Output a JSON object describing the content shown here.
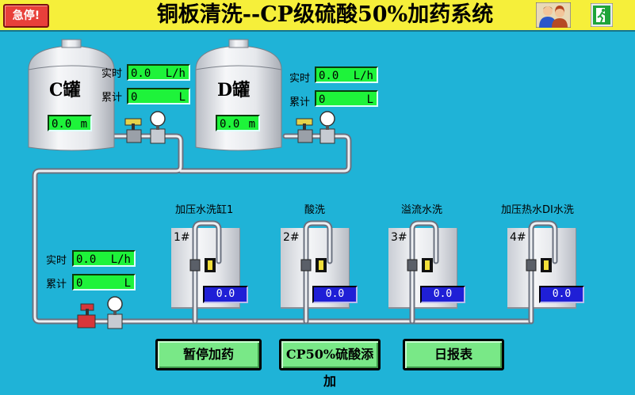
{
  "header": {
    "estop_label": "急停!",
    "title": "铜板清洗--CP级硫酸50%加药系统",
    "user_icon": "users-icon",
    "exit_icon": "exit-door-icon",
    "bg_color": "#f6ef3a"
  },
  "colors": {
    "background": "#1fb3d7",
    "display_green": "#1ef33a",
    "display_blue": "#1f1fd6",
    "button_green": "#79e887"
  },
  "tank_c": {
    "name": "C罐",
    "level": "0.0",
    "level_unit": "m",
    "flow_label": "实时",
    "flow_value": "0.0",
    "flow_unit": "L/h",
    "total_label": "累计",
    "total_value": "0",
    "total_unit": "L"
  },
  "tank_d": {
    "name": "D罐",
    "level": "0.0",
    "level_unit": "m",
    "flow_label": "实时",
    "flow_value": "0.0",
    "flow_unit": "L/h",
    "total_label": "累计",
    "total_value": "0",
    "total_unit": "L"
  },
  "main_line": {
    "flow_label": "实时",
    "flow_value": "0.0",
    "flow_unit": "L/h",
    "total_label": "累计",
    "total_value": "0",
    "total_unit": "L"
  },
  "stations": [
    {
      "num": "1#",
      "name": "加压水洗缸1",
      "value": "0.0"
    },
    {
      "num": "2#",
      "name": "酸洗",
      "value": "0.0"
    },
    {
      "num": "3#",
      "name": "溢流水洗",
      "value": "0.0"
    },
    {
      "num": "4#",
      "name": "加压热水DI水洗",
      "value": "0.0"
    }
  ],
  "buttons": {
    "pause": "暂停加药",
    "add": "CP50%硫酸添加",
    "report": "日报表"
  }
}
